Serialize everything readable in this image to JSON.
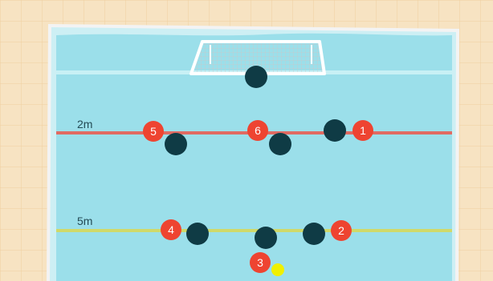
{
  "diagram": {
    "lines": [
      {
        "label": "2m",
        "color": "#e06b63"
      },
      {
        "label": "5m",
        "color": "#cfd96a"
      }
    ],
    "attackers": [
      {
        "number": "1"
      },
      {
        "number": "2"
      },
      {
        "number": "3"
      },
      {
        "number": "4"
      },
      {
        "number": "5"
      },
      {
        "number": "6"
      }
    ],
    "defenders_count": 7,
    "colors": {
      "deck": "#f7e3c2",
      "deck_grid": "#efcfa0",
      "water": "#9bdfea",
      "attacker": "#ee4431",
      "defender": "#0f3b45",
      "ball": "#f0f000",
      "goal": "#ffffff"
    }
  }
}
